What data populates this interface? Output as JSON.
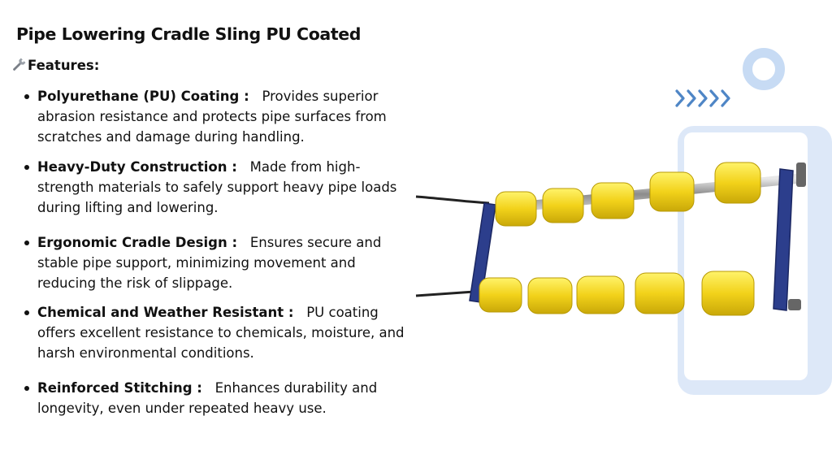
{
  "slide": {
    "title": "Pipe Lowering Cradle Sling PU Coated",
    "features_heading": "Features:",
    "features": [
      {
        "name": "Polyurethane (PU) Coating :",
        "text": "Provides superior abrasion resistance and protects pipe surfaces from scratches and damage during handling."
      },
      {
        "name": "Heavy-Duty Construction :",
        "text": "Made from high-strength materials to safely support heavy pipe loads during lifting and lowering."
      },
      {
        "name": "Ergonomic Cradle Design :",
        "text": "Ensures secure and stable pipe support, minimizing movement and reducing the risk of slippage."
      },
      {
        "name": "Chemical and Weather Resistant :",
        "text": "PU coating offers excellent resistance to chemicals, moisture, and harsh environmental conditions."
      },
      {
        "name": "Reinforced Stitching :",
        "text": "Enhances durability and longevity, even under repeated heavy use."
      }
    ]
  },
  "icons": {
    "heading_icon": "wrench-icon"
  },
  "colors": {
    "accent_light_blue": "#dbe6f7",
    "ring_blue": "#cfe0f6",
    "chevron_blue": "#4f86c6",
    "roller_yellow": "#f2d21a",
    "frame_blue": "#2c3e8c"
  }
}
